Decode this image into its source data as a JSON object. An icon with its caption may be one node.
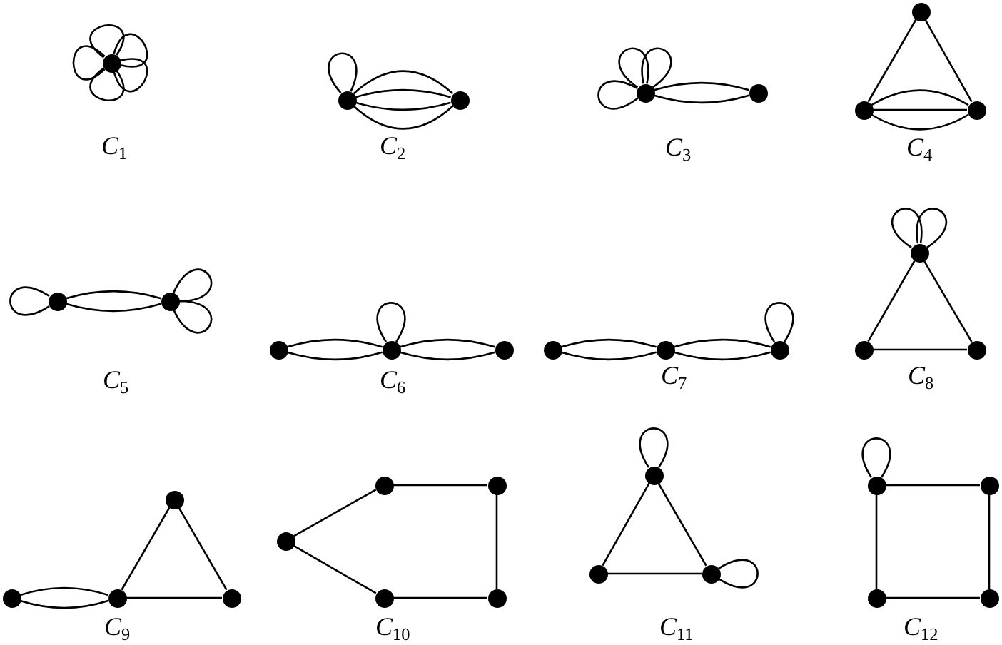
{
  "diagram": {
    "nodes": [
      {
        "text": [],
        "shape": "circle"
      },
      {
        "text": [],
        "shape": "circle"
      },
      {
        "text": [],
        "shape": "circle"
      },
      {
        "text": [],
        "shape": "circle"
      },
      {
        "text": [],
        "shape": "circle"
      },
      {
        "text": [],
        "shape": "circle"
      },
      {
        "text": [],
        "shape": "circle"
      },
      {
        "text": [],
        "shape": "circle"
      },
      {
        "text": [],
        "shape": "circle"
      },
      {
        "text": [],
        "shape": "circle"
      },
      {
        "text": [],
        "shape": "circle"
      },
      {
        "text": [],
        "shape": "circle"
      },
      {
        "text": [],
        "shape": "circle"
      },
      {
        "text": [],
        "shape": "circle"
      },
      {
        "text": [],
        "shape": "circle"
      },
      {
        "text": [],
        "shape": "circle"
      },
      {
        "text": [],
        "shape": "circle"
      },
      {
        "text": [],
        "shape": "circle"
      },
      {
        "text": [],
        "shape": "circle"
      },
      {
        "text": [],
        "shape": "circle"
      },
      {
        "text": [],
        "shape": "circle"
      },
      {
        "text": [],
        "shape": "circle"
      },
      {
        "text": [],
        "shape": "circle"
      },
      {
        "text": [],
        "shape": "circle"
      },
      {
        "text": [],
        "shape": "circle"
      },
      {
        "text": [],
        "shape": "circle"
      },
      {
        "text": [],
        "shape": "circle"
      },
      {
        "text": [],
        "shape": "circle"
      },
      {
        "text": [],
        "shape": "circle"
      },
      {
        "text": [],
        "shape": "circle"
      },
      {
        "text": [],
        "shape": "circle"
      },
      {
        "text": [],
        "shape": "circle"
      },
      {
        "text": [],
        "shape": "circle"
      },
      {
        "text": [],
        "shape": "circle"
      },
      {
        "text": [],
        "shape": "circle"
      }
    ],
    "edges": [
      {
        "from": 0,
        "to": 0,
        "arrow": "none"
      },
      {
        "from": 0,
        "to": 0,
        "arrow": "none"
      },
      {
        "from": 0,
        "to": 0,
        "arrow": "none"
      },
      {
        "from": 0,
        "to": 0,
        "arrow": "none"
      },
      {
        "from": 0,
        "to": 0,
        "arrow": "none"
      },
      {
        "from": 1,
        "to": 1,
        "arrow": "none"
      },
      {
        "from": 1,
        "to": 2,
        "arrow": "none"
      },
      {
        "from": 1,
        "to": 2,
        "arrow": "none"
      },
      {
        "from": 1,
        "to": 2,
        "arrow": "none"
      },
      {
        "from": 1,
        "to": 2,
        "arrow": "none"
      },
      {
        "from": 3,
        "to": 3,
        "arrow": "none"
      },
      {
        "from": 3,
        "to": 3,
        "arrow": "none"
      },
      {
        "from": 3,
        "to": 3,
        "arrow": "none"
      },
      {
        "from": 3,
        "to": 4,
        "arrow": "none"
      },
      {
        "from": 3,
        "to": 4,
        "arrow": "none"
      },
      {
        "from": 5,
        "to": 6,
        "arrow": "none"
      },
      {
        "from": 5,
        "to": 7,
        "arrow": "none"
      },
      {
        "from": 6,
        "to": 7,
        "arrow": "none"
      },
      {
        "from": 6,
        "to": 7,
        "arrow": "none"
      },
      {
        "from": 6,
        "to": 7,
        "arrow": "none"
      },
      {
        "from": 8,
        "to": 8,
        "arrow": "none"
      },
      {
        "from": 8,
        "to": 9,
        "arrow": "none"
      },
      {
        "from": 8,
        "to": 9,
        "arrow": "none"
      },
      {
        "from": 9,
        "to": 9,
        "arrow": "none"
      },
      {
        "from": 9,
        "to": 9,
        "arrow": "none"
      },
      {
        "from": 10,
        "to": 11,
        "arrow": "none"
      },
      {
        "from": 10,
        "to": 11,
        "arrow": "none"
      },
      {
        "from": 11,
        "to": 11,
        "arrow": "none"
      },
      {
        "from": 11,
        "to": 12,
        "arrow": "none"
      },
      {
        "from": 11,
        "to": 12,
        "arrow": "none"
      },
      {
        "from": 13,
        "to": 14,
        "arrow": "none"
      },
      {
        "from": 13,
        "to": 14,
        "arrow": "none"
      },
      {
        "from": 14,
        "to": 15,
        "arrow": "none"
      },
      {
        "from": 14,
        "to": 15,
        "arrow": "none"
      },
      {
        "from": 15,
        "to": 15,
        "arrow": "none"
      },
      {
        "from": 16,
        "to": 16,
        "arrow": "none"
      },
      {
        "from": 16,
        "to": 16,
        "arrow": "none"
      },
      {
        "from": 16,
        "to": 17,
        "arrow": "none"
      },
      {
        "from": 16,
        "to": 18,
        "arrow": "none"
      },
      {
        "from": 17,
        "to": 18,
        "arrow": "none"
      },
      {
        "from": 19,
        "to": 20,
        "arrow": "none"
      },
      {
        "from": 19,
        "to": 20,
        "arrow": "none"
      },
      {
        "from": 20,
        "to": 21,
        "arrow": "none"
      },
      {
        "from": 21,
        "to": 22,
        "arrow": "none"
      },
      {
        "from": 20,
        "to": 22,
        "arrow": "none"
      },
      {
        "from": 23,
        "to": 24,
        "arrow": "none"
      },
      {
        "from": 24,
        "to": 25,
        "arrow": "none"
      },
      {
        "from": 25,
        "to": 27,
        "arrow": "none"
      },
      {
        "from": 27,
        "to": 26,
        "arrow": "none"
      },
      {
        "from": 26,
        "to": 23,
        "arrow": "none"
      },
      {
        "from": 28,
        "to": 28,
        "arrow": "none"
      },
      {
        "from": 28,
        "to": 29,
        "arrow": "none"
      },
      {
        "from": 28,
        "to": 30,
        "arrow": "none"
      },
      {
        "from": 29,
        "to": 30,
        "arrow": "none"
      },
      {
        "from": 30,
        "to": 30,
        "arrow": "none"
      },
      {
        "from": 31,
        "to": 31,
        "arrow": "none"
      },
      {
        "from": 31,
        "to": 32,
        "arrow": "none"
      },
      {
        "from": 32,
        "to": 34,
        "arrow": "none"
      },
      {
        "from": 34,
        "to": 33,
        "arrow": "none"
      },
      {
        "from": 33,
        "to": 31,
        "arrow": "none"
      }
    ],
    "labels": [
      "C$_{1}$",
      "C$_{2}$",
      "C$_{3}$",
      "C$_{4}$",
      "C$_{5}$",
      "C$_{6}$",
      "C$_{7}$",
      "C$_{8}$",
      "C$_{9}$",
      "C$_{10}$",
      "C$_{11}$",
      "C$_{12}$"
    ]
  }
}
